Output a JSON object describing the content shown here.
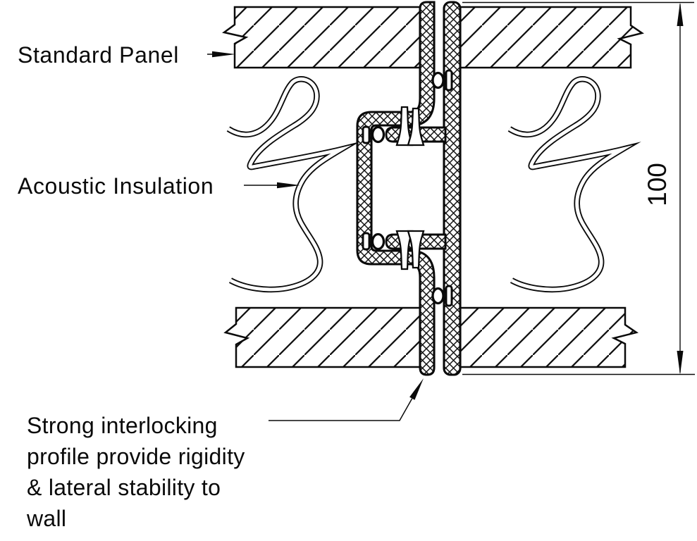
{
  "meta": {
    "drawing_type": "wall panel joint cross-section",
    "background_color": "#ffffff",
    "line_color": "#000000"
  },
  "callouts": {
    "standard_panel": "Standard Panel",
    "acoustic_insulation": "Acoustic Insulation",
    "note_lines": [
      "Strong interlocking",
      "profile provide rigidity",
      "& lateral stability to",
      "wall"
    ]
  },
  "dimension": {
    "value": "100"
  }
}
